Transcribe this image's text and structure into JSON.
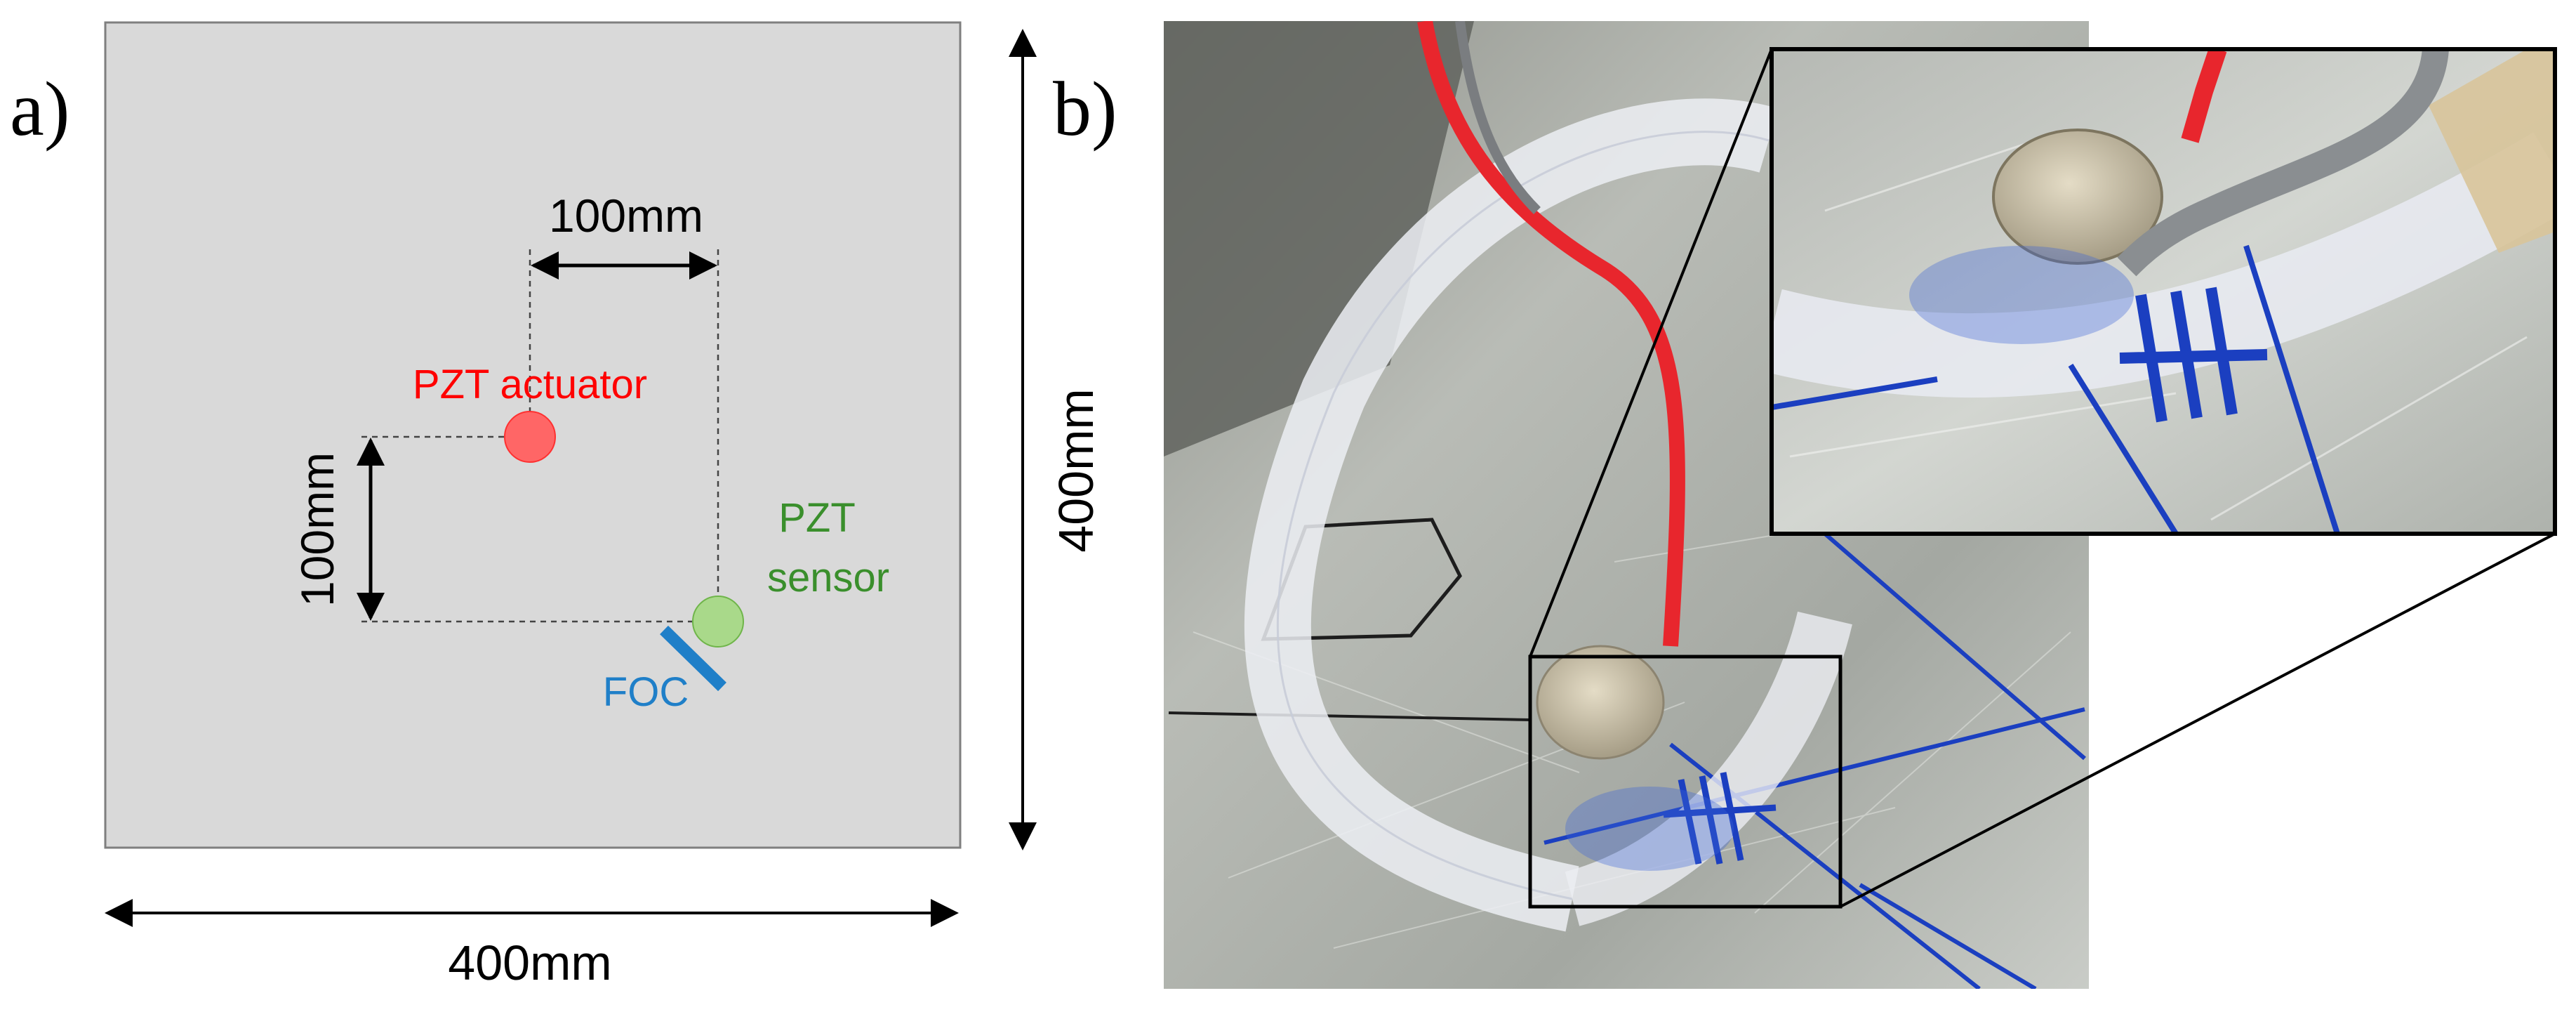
{
  "panel_a": {
    "label": "a)",
    "plate_color": "#d9d9d9",
    "actuator": {
      "label": "PZT actuator",
      "color": "#ff0000"
    },
    "sensor": {
      "label_line1": "PZT",
      "label_line2": "sensor",
      "color": "#3a8f2c"
    },
    "foc": {
      "label": "FOC",
      "color": "#1f7fc8"
    },
    "dim_horizontal_spacing": "100mm",
    "dim_vertical_spacing": "100mm",
    "dim_plate_width": "400mm",
    "dim_plate_height": "400mm"
  },
  "panel_b": {
    "label": "b)",
    "wire_color": "#e8262d",
    "marker_color": "#1b3fc0"
  }
}
